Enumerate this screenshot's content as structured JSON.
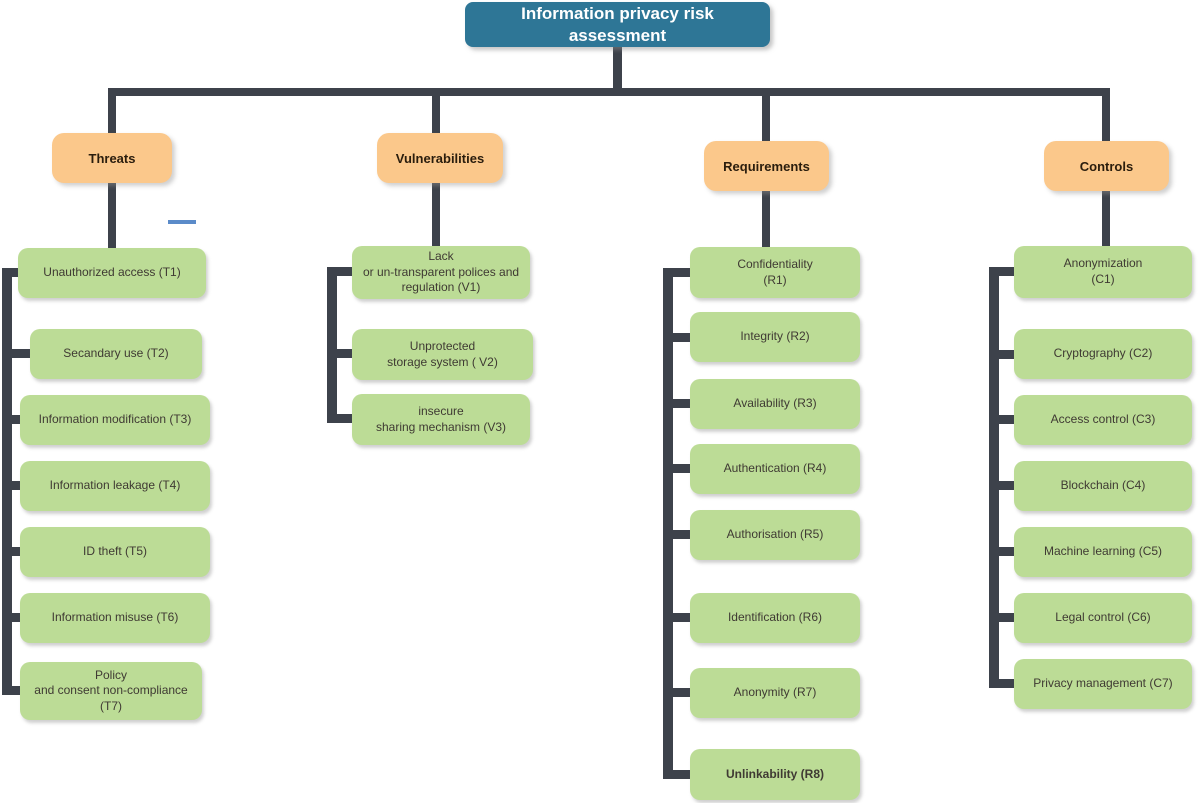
{
  "diagram": {
    "title": "Information privacy risk\nassessment",
    "colors": {
      "title_fill": "#2e7696",
      "title_text": "#ffffff",
      "category_fill": "#fbc88b",
      "category_text": "#2a1d0d",
      "item_fill": "#bcdc96",
      "item_text": "#3f3a33",
      "connector": "#3d424b",
      "accent_dash": "#5b8bc9"
    },
    "columns": [
      {
        "label": "Threats",
        "items": [
          "Unauthorized access (T1)",
          "Secandary use (T2)",
          "Information modification (T3)",
          "Information leakage (T4)",
          "ID theft (T5)",
          "Information misuse (T6)",
          "Policy\nand consent non-compliance\n(T7)"
        ]
      },
      {
        "label": "Vulnerabilities",
        "items": [
          "Lack\nor un-transparent polices and\nregulation (V1)",
          "Unprotected\nstorage system ( V2)",
          "insecure\nsharing mechanism (V3)"
        ]
      },
      {
        "label": "Requirements",
        "items": [
          "Confidentiality\n(R1)",
          "Integrity (R2)",
          "Availability (R3)",
          "Authentication (R4)",
          "Authorisation (R5)",
          "Identification (R6)",
          "Anonymity (R7)",
          "Unlinkability (R8)"
        ]
      },
      {
        "label": "Controls",
        "items": [
          "Anonymization\n(C1)",
          "Cryptography (C2)",
          "Access control (C3)",
          "Blockchain (C4)",
          "Machine learning (C5)",
          "Legal control (C6)",
          "Privacy management (C7)"
        ]
      }
    ]
  }
}
